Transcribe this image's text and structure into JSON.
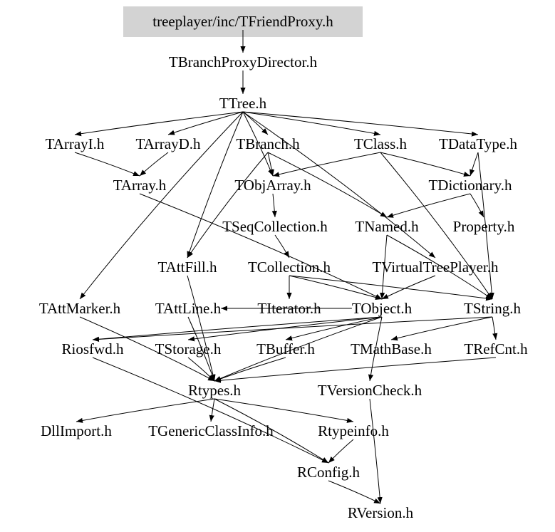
{
  "graph": {
    "root": "treeplayer/inc/TFriendProxy.h",
    "root_fill": "#d3d3d3",
    "nodes": [
      {
        "id": "root",
        "label": "treeplayer/inc/TFriendProxy.h"
      },
      {
        "id": "bpd",
        "label": "TBranchProxyDirector.h"
      },
      {
        "id": "ttree",
        "label": "TTree.h"
      },
      {
        "id": "tarrayi",
        "label": "TArrayI.h"
      },
      {
        "id": "tarrayd",
        "label": "TArrayD.h"
      },
      {
        "id": "tbranch",
        "label": "TBranch.h"
      },
      {
        "id": "tclass",
        "label": "TClass.h"
      },
      {
        "id": "tdatatype",
        "label": "TDataType.h"
      },
      {
        "id": "tarray",
        "label": "TArray.h"
      },
      {
        "id": "tobjarray",
        "label": "TObjArray.h"
      },
      {
        "id": "tdictionary",
        "label": "TDictionary.h"
      },
      {
        "id": "tseqcollection",
        "label": "TSeqCollection.h"
      },
      {
        "id": "tnamed",
        "label": "TNamed.h"
      },
      {
        "id": "property",
        "label": "Property.h"
      },
      {
        "id": "tattfill",
        "label": "TAttFill.h"
      },
      {
        "id": "tcollection",
        "label": "TCollection.h"
      },
      {
        "id": "tvirtualtreeplayer",
        "label": "TVirtualTreePlayer.h"
      },
      {
        "id": "tattmarker",
        "label": "TAttMarker.h"
      },
      {
        "id": "tattline",
        "label": "TAttLine.h"
      },
      {
        "id": "titerator",
        "label": "TIterator.h"
      },
      {
        "id": "tobject",
        "label": "TObject.h"
      },
      {
        "id": "tstring",
        "label": "TString.h"
      },
      {
        "id": "riosfwd",
        "label": "Riosfwd.h"
      },
      {
        "id": "tstorage",
        "label": "TStorage.h"
      },
      {
        "id": "tbuffer",
        "label": "TBuffer.h"
      },
      {
        "id": "tmathbase",
        "label": "TMathBase.h"
      },
      {
        "id": "trefcnt",
        "label": "TRefCnt.h"
      },
      {
        "id": "rtypes",
        "label": "Rtypes.h"
      },
      {
        "id": "tversioncheck",
        "label": "TVersionCheck.h"
      },
      {
        "id": "dllimport",
        "label": "DllImport.h"
      },
      {
        "id": "tgenericclassinfo",
        "label": "TGenericClassInfo.h"
      },
      {
        "id": "rtypeinfo",
        "label": "Rtypeinfo.h"
      },
      {
        "id": "rconfig",
        "label": "RConfig.h"
      },
      {
        "id": "rversion",
        "label": "RVersion.h"
      }
    ],
    "edges": [
      [
        "root",
        "bpd"
      ],
      [
        "bpd",
        "ttree"
      ],
      [
        "ttree",
        "tattmarker"
      ],
      [
        "ttree",
        "tarrayi"
      ],
      [
        "ttree",
        "tarrayd"
      ],
      [
        "ttree",
        "tbranch"
      ],
      [
        "ttree",
        "tclass"
      ],
      [
        "ttree",
        "tdatatype"
      ],
      [
        "ttree",
        "tattfill"
      ],
      [
        "ttree",
        "tvirtualtreeplayer"
      ],
      [
        "ttree",
        "tobjarray"
      ],
      [
        "tarrayi",
        "tarray"
      ],
      [
        "tarrayd",
        "tarray"
      ],
      [
        "tarray",
        "tobject"
      ],
      [
        "tbranch",
        "tobjarray"
      ],
      [
        "tbranch",
        "tnamed"
      ],
      [
        "tbranch",
        "tattfill"
      ],
      [
        "tclass",
        "tdictionary"
      ],
      [
        "tclass",
        "tobjarray"
      ],
      [
        "tclass",
        "tstring"
      ],
      [
        "tdatatype",
        "tdictionary"
      ],
      [
        "tdatatype",
        "tstring"
      ],
      [
        "tobjarray",
        "tseqcollection"
      ],
      [
        "tdictionary",
        "property"
      ],
      [
        "tdictionary",
        "tnamed"
      ],
      [
        "tseqcollection",
        "tcollection"
      ],
      [
        "tnamed",
        "tobject"
      ],
      [
        "tnamed",
        "tstring"
      ],
      [
        "tcollection",
        "titerator"
      ],
      [
        "tcollection",
        "tobject"
      ],
      [
        "tcollection",
        "tstring"
      ],
      [
        "tvirtualtreeplayer",
        "tobject"
      ],
      [
        "tattfill",
        "rtypes"
      ],
      [
        "tattmarker",
        "rtypes"
      ],
      [
        "tattline",
        "rtypes"
      ],
      [
        "tobject",
        "riosfwd"
      ],
      [
        "tobject",
        "tstorage"
      ],
      [
        "tobject",
        "tbuffer"
      ],
      [
        "tobject",
        "tversioncheck"
      ],
      [
        "tobject",
        "tattline"
      ],
      [
        "tobject",
        "rtypes"
      ],
      [
        "tstring",
        "tmathbase"
      ],
      [
        "tstring",
        "trefcnt"
      ],
      [
        "tstring",
        "riosfwd"
      ],
      [
        "trefcnt",
        "rtypes"
      ],
      [
        "tstorage",
        "rtypes"
      ],
      [
        "tbuffer",
        "rtypes"
      ],
      [
        "riosfwd",
        "rconfig"
      ],
      [
        "tversioncheck",
        "rversion"
      ],
      [
        "rtypes",
        "dllimport"
      ],
      [
        "rtypes",
        "tgenericclassinfo"
      ],
      [
        "rtypes",
        "rtypeinfo"
      ],
      [
        "rtypes",
        "rconfig"
      ],
      [
        "rtypeinfo",
        "rconfig"
      ],
      [
        "rconfig",
        "rversion"
      ]
    ]
  }
}
